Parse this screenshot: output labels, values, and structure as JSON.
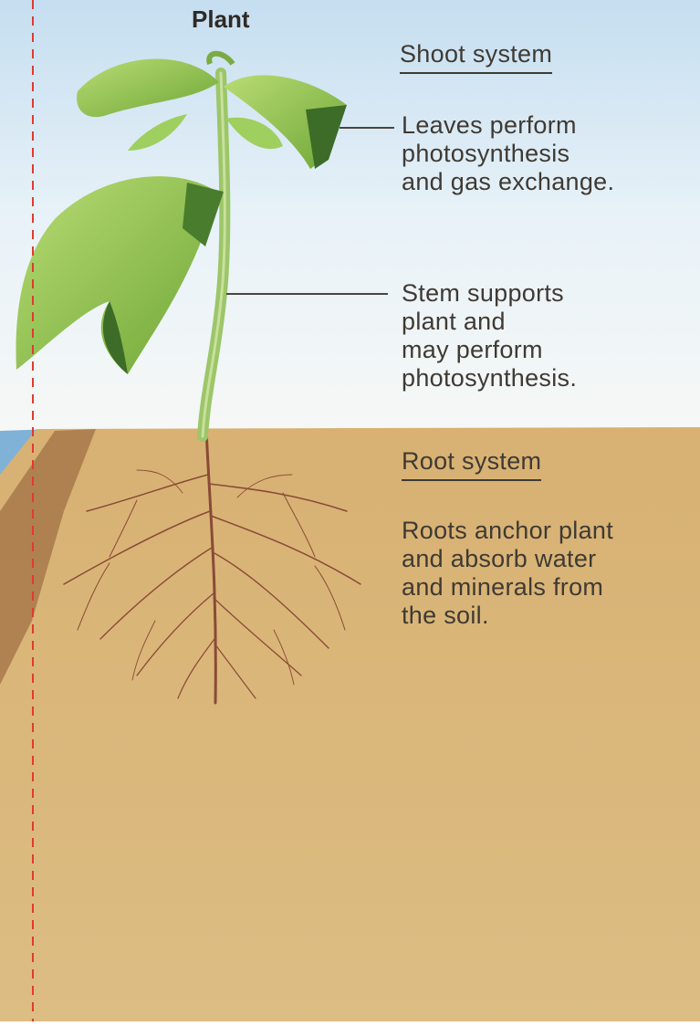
{
  "diagram": {
    "title": "Plant",
    "shoot_heading": "Shoot system",
    "root_heading": "Root system",
    "leaves_label": [
      "Leaves perform",
      "photosynthesis",
      "and gas exchange."
    ],
    "stem_label": [
      "Stem supports",
      "plant and",
      "may perform",
      "photosynthesis."
    ],
    "roots_label": [
      "Roots anchor plant",
      "and absorb water",
      "and minerals from",
      "the soil."
    ]
  },
  "colors": {
    "sky": "#d6e9f4",
    "soil": "#d9b577",
    "leaf": "#8fc24a",
    "stem": "#9cc66a",
    "root": "#8a4a36",
    "guide_line": "#e03a2f"
  }
}
